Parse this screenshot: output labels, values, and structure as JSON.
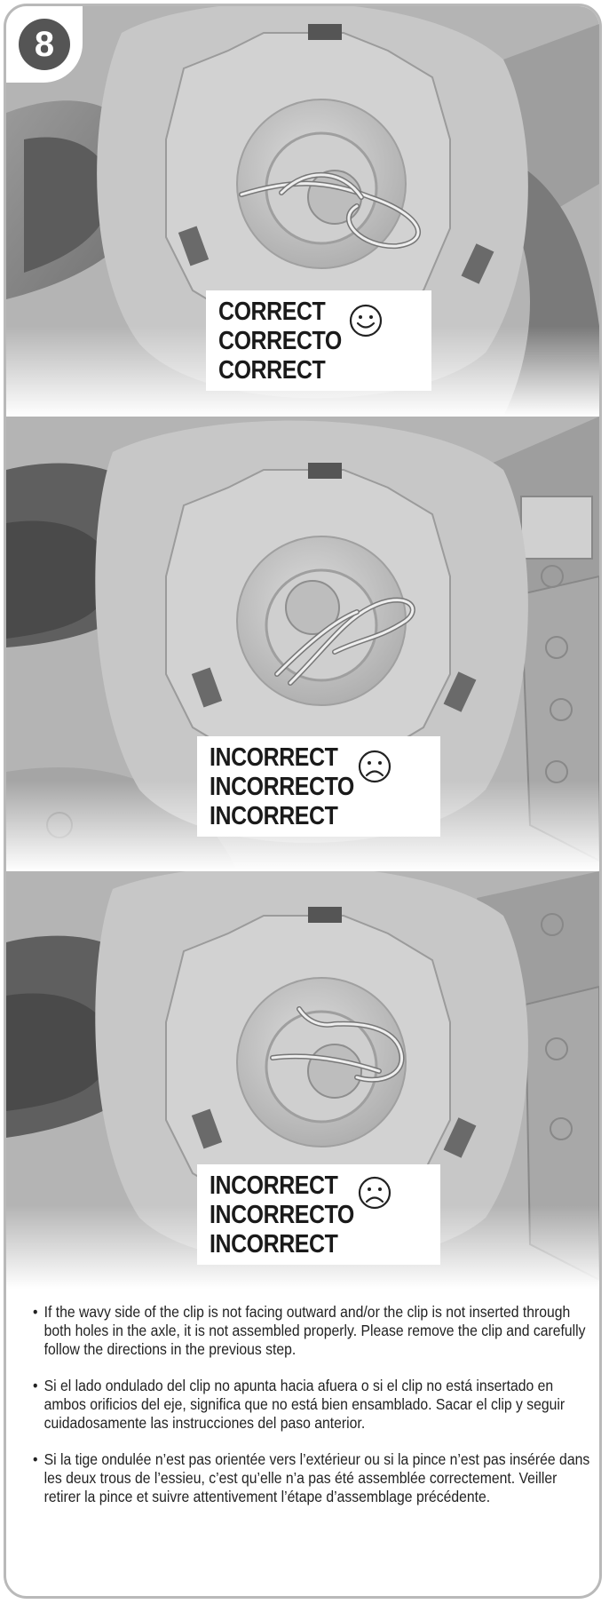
{
  "step": {
    "number": "8"
  },
  "panels": [
    {
      "labels": [
        "CORRECT",
        "CORRECTO",
        "CORRECT"
      ],
      "face": "smile-face-icon"
    },
    {
      "labels": [
        "INCORRECT",
        "INCORRECTO",
        "INCORRECT"
      ],
      "face": "frown-face-icon"
    },
    {
      "labels": [
        "INCORRECT",
        "INCORRECTO",
        "INCORRECT"
      ],
      "face": "frown-face-icon"
    }
  ],
  "instructions": {
    "bullet": "•",
    "en": "If the wavy side of the clip is not facing outward and/or the clip is not inserted through both holes in the axle, it is not assembled properly. Please remove the clip and carefully follow the directions in the previous step.",
    "es": "Si el lado ondulado del clip no apunta hacia afuera o si el clip no está insertado en ambos orificios del eje, significa que no está bien ensamblado. Sacar el clip y seguir cuidadosamente las instrucciones del paso anterior.",
    "fr": "Si la tige ondulée n’est pas orientée vers l’extérieur ou si la pince n’est pas insérée dans les deux trous de l’essieu, c’est qu’elle n’a pas été assemblée correctement. Veiller retirer la pince et suivre attentivement l’étape d’assemblage précédente."
  }
}
